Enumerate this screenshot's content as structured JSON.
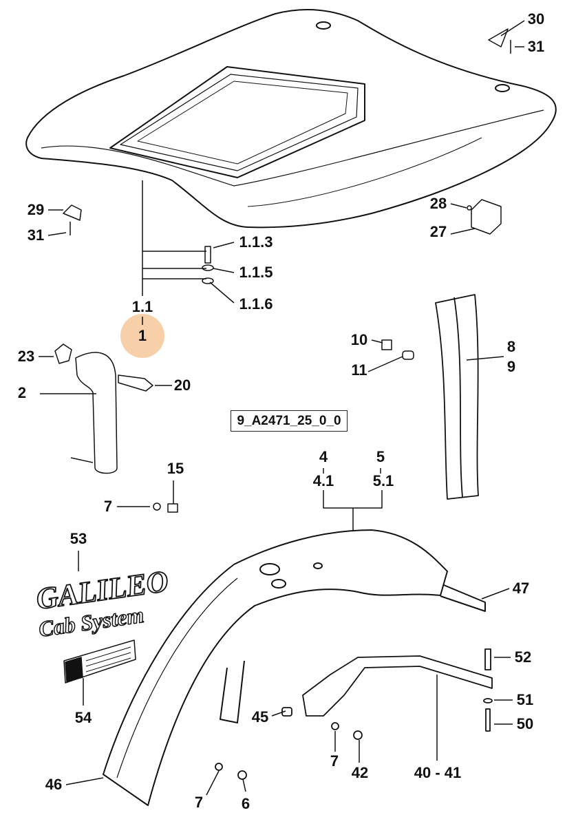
{
  "drawing_code": "9_A2471_25_0_0",
  "highlight_color": "#f6c89a",
  "callouts": {
    "c30": "30",
    "c31a": "31",
    "c29": "29",
    "c31b": "31",
    "c113": "1.1.3",
    "c115": "1.1.5",
    "c116": "1.1.6",
    "c11": "1.1",
    "c1": "1",
    "c28": "28",
    "c27": "27",
    "c10": "10",
    "c11b": "11",
    "c8": "8",
    "c9": "9",
    "c23": "23",
    "c20": "20",
    "c2": "2",
    "c4": "4",
    "c41": "4.1",
    "c5": "5",
    "c51": "5.1",
    "c15": "15",
    "c7a": "7",
    "c53": "53",
    "c47": "47",
    "c52": "52",
    "c51b": "51",
    "c50": "50",
    "c45": "45",
    "c54": "54",
    "c7b": "7",
    "c42": "42",
    "c4041": "40 - 41",
    "c46": "46",
    "c7c": "7",
    "c6": "6"
  },
  "decal": {
    "line1": "GALILEO",
    "line2": "Cab System"
  }
}
